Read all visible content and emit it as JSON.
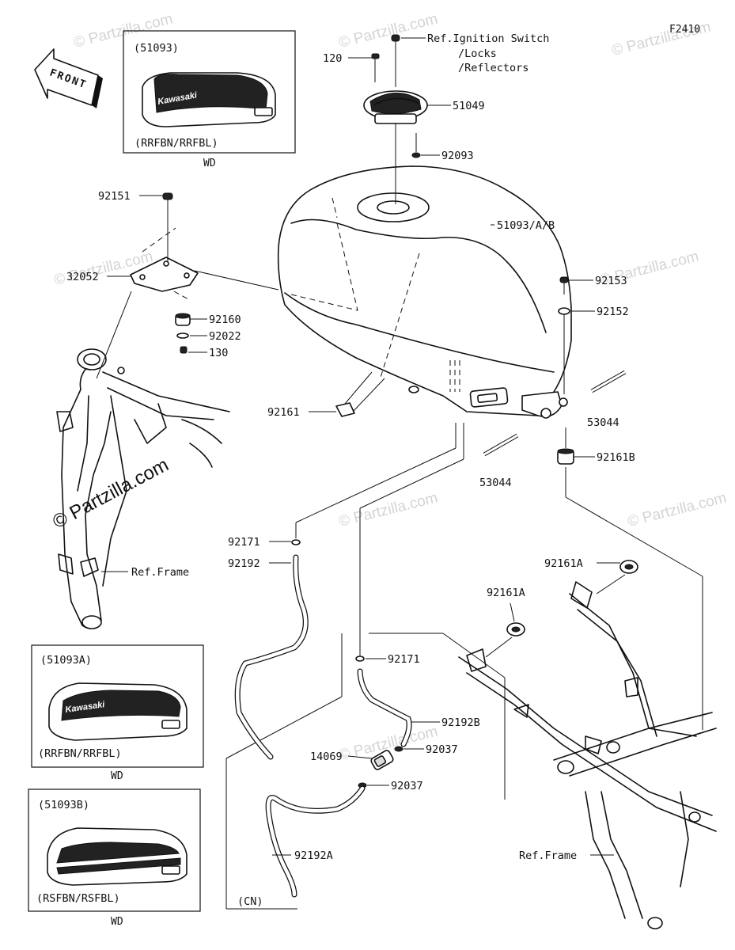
{
  "figure_id": "F2410",
  "front_label": "FRONT",
  "watermark": "© Partzilla.com",
  "brand_text": "Kawasaki",
  "ref_ignition": [
    "Ref.Ignition Switch",
    "/Locks",
    "/Reflectors"
  ],
  "ref_frame": "Ref.Frame",
  "variants": [
    {
      "code": "(51093)",
      "colors": "(RRFBN/RRFBL)",
      "note": "WD"
    },
    {
      "code": "(51093A)",
      "colors": "(RRFBN/RRFBL)",
      "note": "WD"
    },
    {
      "code": "(51093B)",
      "colors": "(RSFBN/RSFBL)",
      "note": "WD"
    }
  ],
  "cn_label": "(CN)",
  "parts": {
    "p120": "120",
    "p51049": "51049",
    "p92093": "92093",
    "p51093": "51093/A/B",
    "p92151": "92151",
    "p32052": "32052",
    "p92160": "92160",
    "p92022": "92022",
    "p130": "130",
    "p92153": "92153",
    "p92152": "92152",
    "p92161": "92161",
    "p53044a": "53044",
    "p53044b": "53044",
    "p92161b": "92161B",
    "p92171a": "92171",
    "p92192": "92192",
    "p92161a1": "92161A",
    "p92161a2": "92161A",
    "p92171b": "92171",
    "p92192b": "92192B",
    "p14069": "14069",
    "p92037a": "92037",
    "p92037b": "92037",
    "p92192a": "92192A"
  }
}
